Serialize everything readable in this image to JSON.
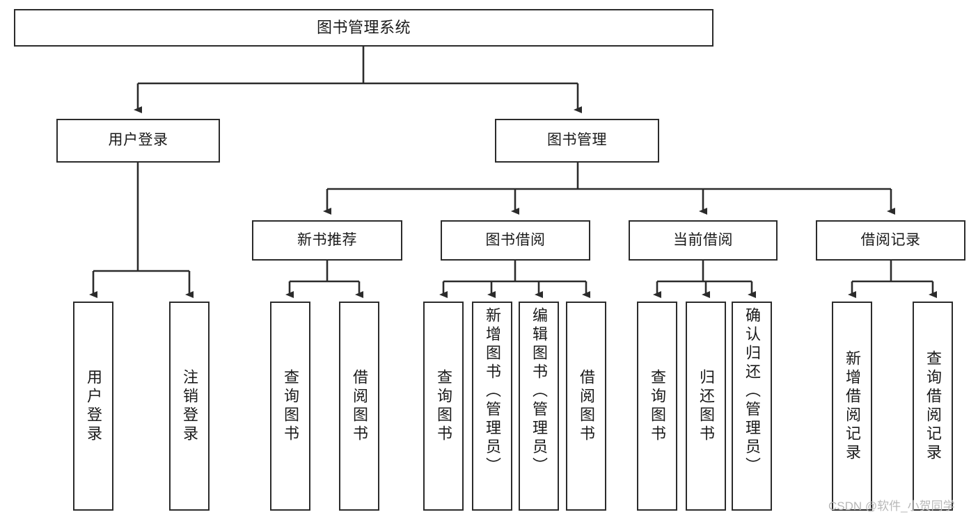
{
  "diagram": {
    "type": "hierarchy-tree",
    "title_node": {
      "label": "图书管理系统"
    },
    "level2": [
      {
        "label": "用户登录"
      },
      {
        "label": "图书管理"
      }
    ],
    "level3": [
      {
        "label": "新书推荐"
      },
      {
        "label": "图书借阅"
      },
      {
        "label": "当前借阅"
      },
      {
        "label": "借阅记录"
      }
    ],
    "leaves": {
      "user_login": [
        {
          "label": "用户登录"
        },
        {
          "label": "注销登录"
        }
      ],
      "new_book_recommend": [
        {
          "label": "查询图书"
        },
        {
          "label": "借阅图书"
        }
      ],
      "book_borrow": [
        {
          "label": "查询图书"
        },
        {
          "label": "新增图书（管理员）"
        },
        {
          "label": "编辑图书（管理员）"
        },
        {
          "label": "借阅图书"
        }
      ],
      "current_borrow": [
        {
          "label": "查询图书"
        },
        {
          "label": "归还图书"
        },
        {
          "label": "确认归还（管理员）"
        }
      ],
      "borrow_record": [
        {
          "label": "新增借阅记录"
        },
        {
          "label": "查询借阅记录"
        }
      ]
    },
    "colors": {
      "stroke": "#2b2b2b",
      "fill": "#ffffff",
      "text": "#1a1a1a",
      "watermark": "#b8b8b8"
    }
  },
  "watermark": {
    "text": "CSDN @软件_小贺同学"
  }
}
